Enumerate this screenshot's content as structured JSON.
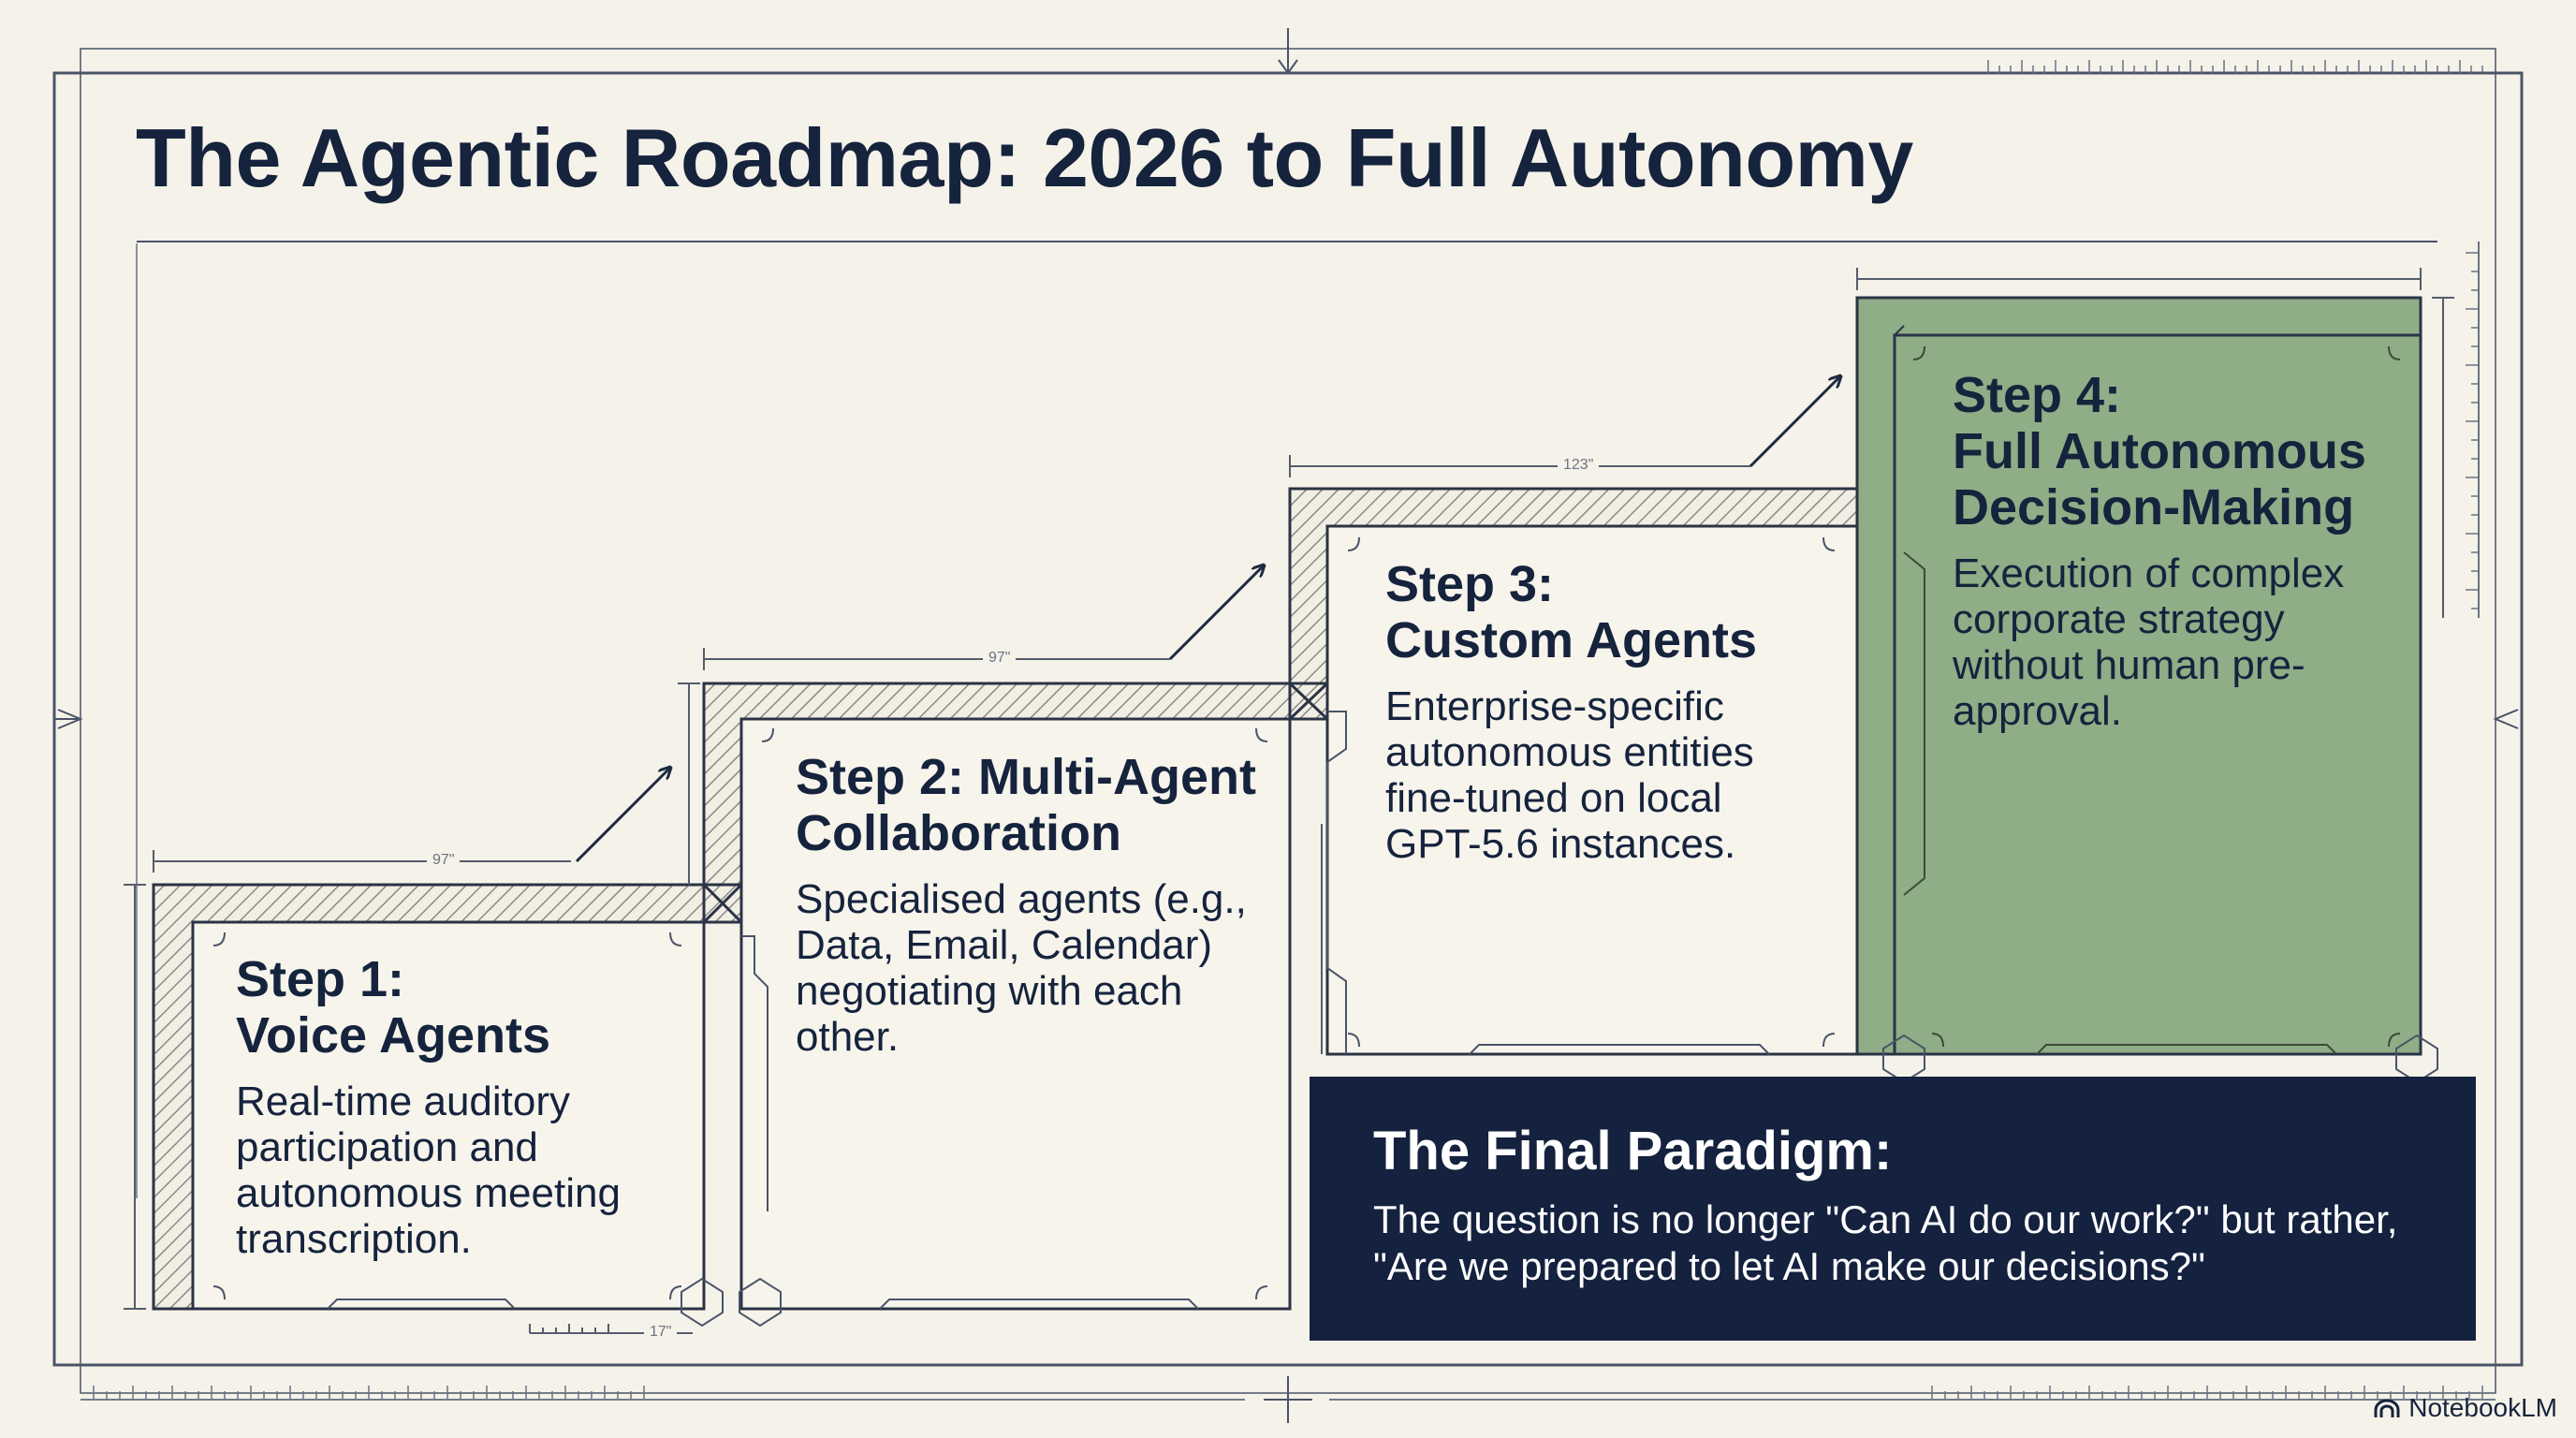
{
  "title": "The Agentic Roadmap: 2026 to Full Autonomy",
  "steps": [
    {
      "title_line1": "Step 1:",
      "title_line2": "Voice Agents",
      "description": "Real-time auditory participation and autonomous meeting transcription."
    },
    {
      "title_line1": "Step 2: Multi-Agent",
      "title_line2": "Collaboration",
      "description": "Specialised agents (e.g., Data, Email, Calendar) negotiating with each other."
    },
    {
      "title_line1": "Step 3:",
      "title_line2": "Custom Agents",
      "description": "Enterprise-specific autonomous entities fine-tuned on local GPT-5.6 instances."
    },
    {
      "title_line1": "Step 4:",
      "title_line2": "Full Autonomous",
      "title_line3": "Decision-Making",
      "description": "Execution of complex corporate strategy without human pre-approval."
    }
  ],
  "final": {
    "title": "The Final Paradigm:",
    "text": "The question is no longer \"Can AI do our work?\" but rather, \"Are we prepared to let AI make our decisions?\""
  },
  "dimensions": {
    "step1": "97\"",
    "step2": "97\"",
    "step3": "123\"",
    "bottom": "17\""
  },
  "brand": "NotebookLM",
  "colors": {
    "navy": "#14213f",
    "sage": "#8fad86",
    "paper": "#f5f2e9"
  }
}
